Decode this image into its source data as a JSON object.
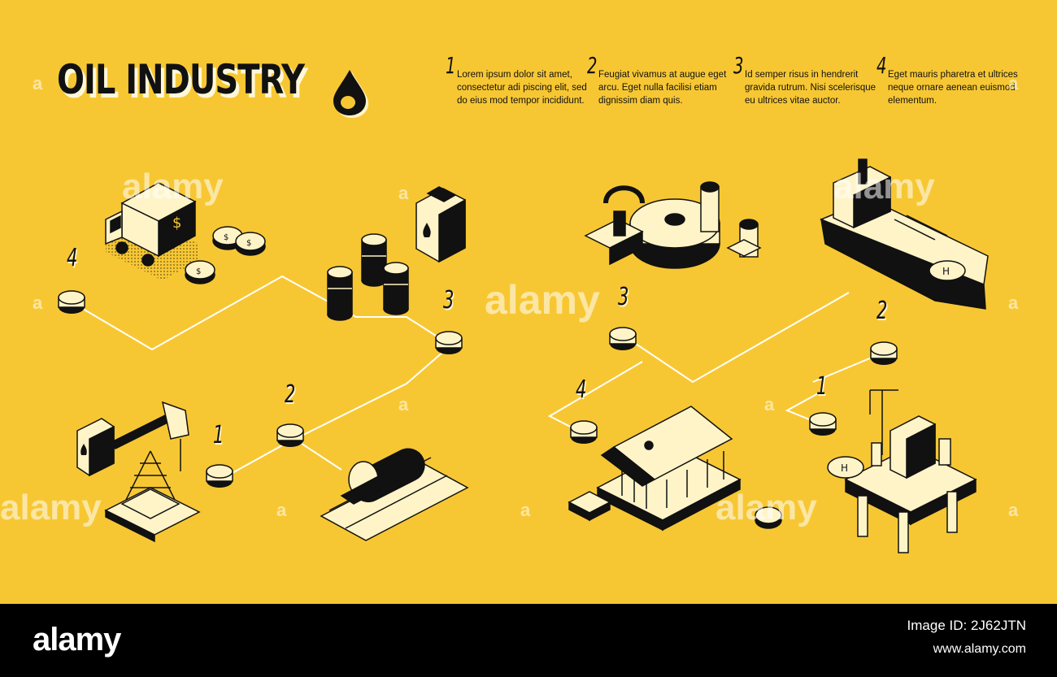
{
  "title": "OIL INDUSTRY",
  "descriptions": [
    {
      "number": "1",
      "text": "Lorem ipsum dolor sit amet, consectetur adi piscing elit, sed do eius mod tempor incididunt."
    },
    {
      "number": "2",
      "text": "Feugiat vivamus at augue eget arcu. Eget nulla facilisi etiam dignissim diam quis."
    },
    {
      "number": "3",
      "text": "Id semper risus in hendrerit gravida rutrum. Nisi scelerisque eu ultrices vitae auctor."
    },
    {
      "number": "4",
      "text": "Eget mauris pharetra et ultrices neque ornare aenean euismod elementum."
    }
  ],
  "steps": {
    "left": [
      "1",
      "2",
      "3",
      "4"
    ],
    "right": [
      "1",
      "2",
      "3",
      "4"
    ]
  },
  "watermark": {
    "text": "alamy",
    "small": "a"
  },
  "footer": {
    "brand": "alamy",
    "image_id": "Image ID: 2J62JTN",
    "site": "www.alamy.com"
  },
  "colors": {
    "background": "#f7c733",
    "ink": "#111111",
    "highlight": "#fff4c8",
    "footer": "#000000"
  }
}
